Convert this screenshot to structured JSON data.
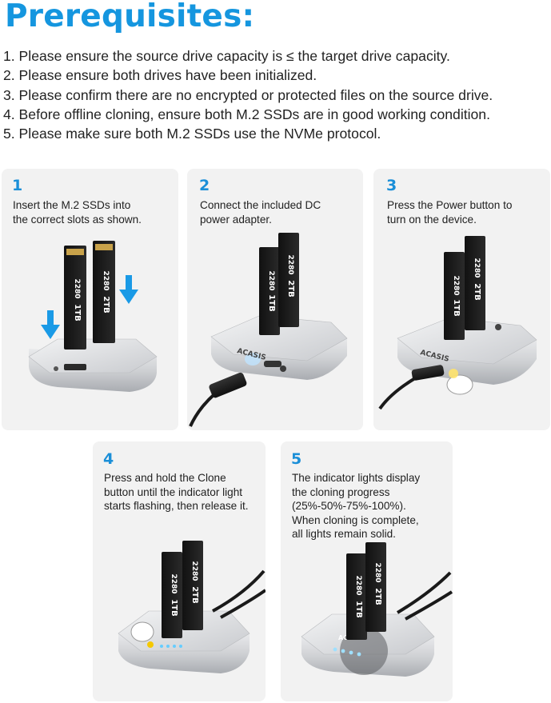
{
  "title": "Prerequisites:",
  "prerequisites": [
    "1. Please ensure the source drive capacity is ≤ the target drive capacity.",
    "2. Please ensure both drives have been initialized.",
    "3. Please confirm there are no encrypted or protected files on the source drive.",
    "4. Before offline cloning, ensure both M.2 SSDs are in good working condition.",
    "5. Please make sure both M.2 SSDs use the NVMe protocol."
  ],
  "steps": [
    {
      "number": "1",
      "lines": [
        "Insert the M.2 SSDs into",
        "the correct slots as shown."
      ]
    },
    {
      "number": "2",
      "lines": [
        "Connect the included DC",
        "power adapter."
      ]
    },
    {
      "number": "3",
      "lines": [
        "Press the Power button to",
        "turn on the device."
      ]
    },
    {
      "number": "4",
      "lines": [
        "Press and hold the Clone",
        "button until the indicator light",
        "starts flashing, then release it."
      ]
    },
    {
      "number": "5",
      "lines": [
        "The indicator lights display",
        "the cloning progress",
        "(25%-50%-75%-100%).",
        "When cloning is complete,",
        "all lights remain solid."
      ]
    }
  ],
  "ssd": {
    "form_factor": "2280",
    "capacity_a": "1TB",
    "capacity_b": "2TB"
  },
  "device": {
    "brand": "ACASIS"
  },
  "colors": {
    "accent": "#1596df",
    "card": "#f2f2f2",
    "arrow": "#1a9ae6"
  }
}
